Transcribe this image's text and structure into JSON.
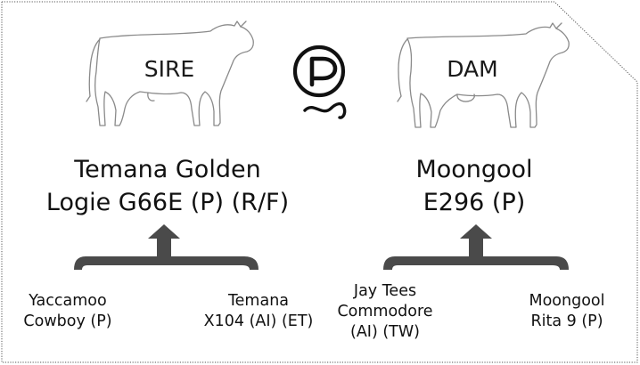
{
  "sire": {
    "label": "SIRE",
    "name_line1": "Temana Golden",
    "name_line2": "Logie G66E (P) (R/F)",
    "parents": [
      {
        "line1": "Yaccamoo",
        "line2": "Cowboy (P)"
      },
      {
        "line1": "Temana",
        "line2": "X104 (AI) (ET)"
      }
    ]
  },
  "dam": {
    "label": "DAM",
    "name_line1": "Moongool",
    "name_line2": "E296 (P)",
    "parents": [
      {
        "line1": "Jay Tees",
        "line2": "Commodore",
        "line3": "(AI) (TW)"
      },
      {
        "line1": "Moongool",
        "line2": "Rita 9 (P)"
      }
    ]
  },
  "badge": {
    "letter": "P",
    "icon": "polled-p-icon"
  },
  "colors": {
    "frame": "#555555",
    "outline": "#8a8a8a",
    "bracket": "#4a4a4a",
    "text": "#111111"
  }
}
